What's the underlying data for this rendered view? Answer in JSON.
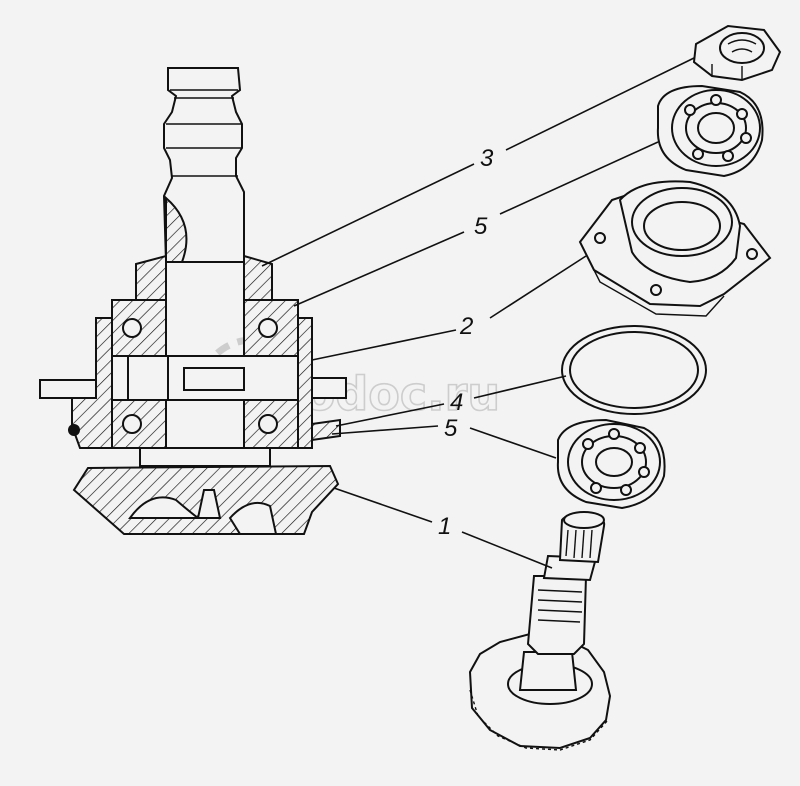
{
  "callouts": {
    "c1": "1",
    "c2": "2",
    "c3": "3",
    "c4": "4",
    "c5a": "5",
    "c5b": "5"
  },
  "watermark": "autodoc.ru",
  "colors": {
    "background": "#f3f3f3",
    "ink": "#111111",
    "watermark": "#c9c9c9"
  }
}
